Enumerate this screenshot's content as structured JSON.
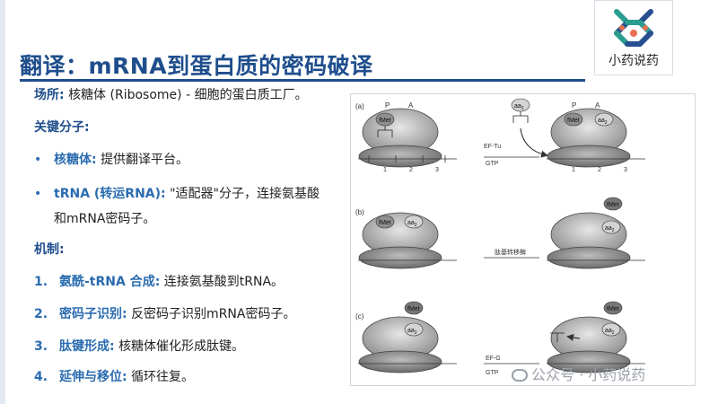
{
  "slide": {
    "title": "翻译：mRNA到蛋白质的密码破译",
    "logo_text": "小药说药"
  },
  "content": {
    "site_label": "场所:",
    "site_text": "核糖体 (Ribosome) - 细胞的蛋白质工厂。",
    "key_label": "关键分子:",
    "bullets": [
      {
        "bullet": "•",
        "label": "核糖体:",
        "text": "提供翻译平台。"
      },
      {
        "bullet": "•",
        "label": "tRNA (转运RNA):",
        "text": "\"适配器\"分子，连接氨基酸",
        "cont": "和mRNA密码子。"
      }
    ],
    "mech_label": "机制:",
    "steps": [
      {
        "num": "1.",
        "label": "氨酰-tRNA 合成:",
        "text": "连接氨基酸到tRNA。"
      },
      {
        "num": "2.",
        "label": "密码子识别:",
        "text": "反密码子识别mRNA密码子。"
      },
      {
        "num": "3.",
        "label": "肽键形成:",
        "text": "核糖体催化形成肽键。"
      },
      {
        "num": "4.",
        "label": "延伸与移位:",
        "text": "循环往复。"
      }
    ]
  },
  "figure": {
    "panel_a": "(a)",
    "panel_b": "(b)",
    "panel_c": "(c)",
    "site_p": "P",
    "site_a": "A",
    "fmet": "fMet",
    "aa2": "aa",
    "aa2_sub": "2",
    "codon1": "1",
    "codon2": "2",
    "codon3": "3",
    "eftu": "EF-Tu",
    "gtp": "GTP",
    "translocase": "肽基转移酶",
    "efg": "EF-G"
  },
  "watermark": {
    "text": "公众号 · 小药说药"
  },
  "colors": {
    "title": "#1f4e8c",
    "accent": "#2b6cb0"
  }
}
